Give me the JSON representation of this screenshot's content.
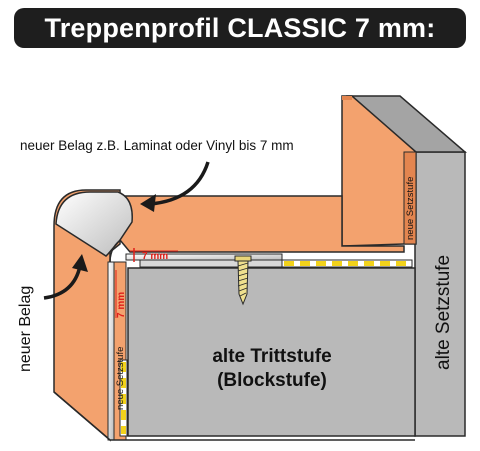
{
  "title": "Treppenprofil CLASSIC 7 mm:",
  "labels": {
    "new_covering_note": "neuer Belag z.B. Laminat oder Vinyl bis 7 mm",
    "new_covering": "neuer Belag",
    "new_riser_top": "neue Setzstufe",
    "new_riser_front": "neue Setzstufe",
    "dimension_top": "7 mm",
    "dimension_front": "7 mm",
    "old_tread_line1": "alte Trittstufe",
    "old_tread_line2": "(Blockstufe)",
    "old_riser": "alte Setzstufe"
  },
  "colors": {
    "header_bg": "#1e1e1e",
    "covering": "#f3a26e",
    "covering_dark": "#e3854f",
    "old_block": "#b9b9b9",
    "old_block_dark": "#a4a4a4",
    "dimension": "#e0201a",
    "adhesive": "#f2d21b",
    "profile": "#d8d8d8",
    "outline": "#2a2a2a"
  },
  "icons": {
    "screw": "screw-icon",
    "pointer_top": "curved-arrow-icon",
    "pointer_left": "curved-arrow-icon"
  }
}
